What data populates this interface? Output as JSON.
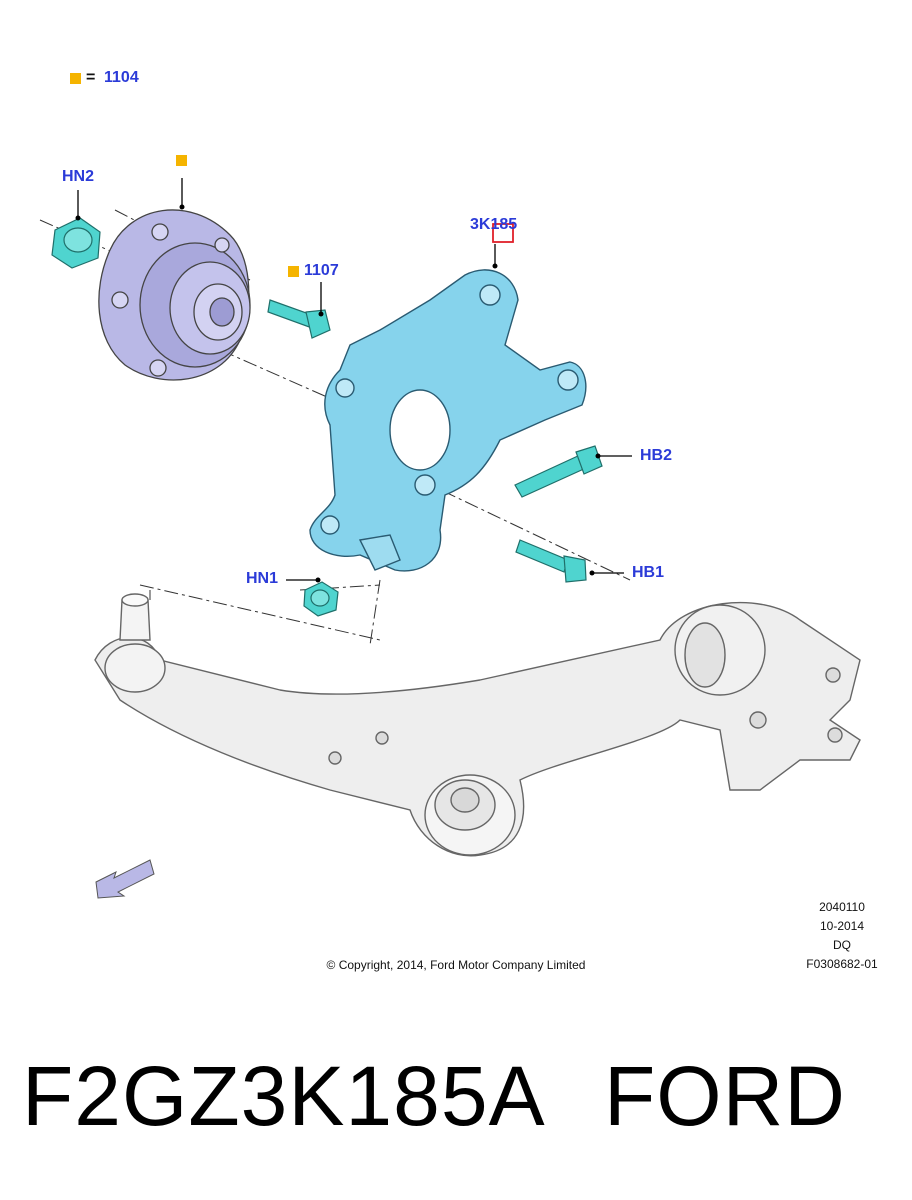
{
  "legend": {
    "equals": "=",
    "code": "1104"
  },
  "callouts": {
    "hn2": "HN2",
    "k185": "3K185",
    "bolt_1107": "1107",
    "hb2": "HB2",
    "hb1": "HB1",
    "hn1": "HN1"
  },
  "metadata": {
    "line1": "2040110",
    "line2": "10-2014",
    "line3": "DQ",
    "line4": "F0308682-01"
  },
  "copyright": "© Copyright, 2014, Ford Motor Company Limited",
  "product": {
    "part_number": "F2GZ3K185A",
    "brand": "FORD"
  },
  "colors": {
    "callout_text": "#2b3bd8",
    "legend_square": "#f5b400",
    "knuckle_fill": "#86d3ec",
    "hub_fill": "#b9b8e6",
    "fastener_fill": "#4fd4cf",
    "arm_fill": "#eeeeee",
    "highlight_box": "#e0202a"
  },
  "icons": [
    "front-direction-arrow-icon",
    "legend-square-icon"
  ]
}
